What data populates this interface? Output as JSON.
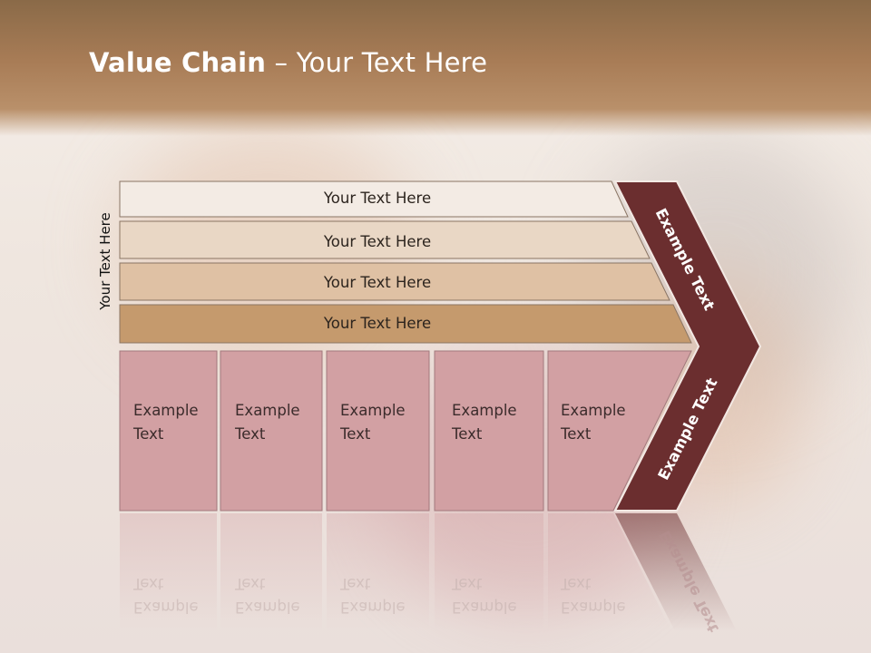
{
  "slide": {
    "title_bold": "Value Chain",
    "title_rest": " – Your Text Here",
    "side_label": "Your Text Here"
  },
  "bars": [
    {
      "label": "Your Text Here",
      "color": "#f3ebe4"
    },
    {
      "label": "Your Text Here",
      "color": "#e9d7c5"
    },
    {
      "label": "Your Text Here",
      "color": "#dfc1a4"
    },
    {
      "label": "Your Text Here",
      "color": "#c59a6d"
    }
  ],
  "cells": [
    {
      "label": "Example\nText"
    },
    {
      "label": "Example\nText"
    },
    {
      "label": "Example\nText"
    },
    {
      "label": "Example\nText"
    },
    {
      "label": "Example\nText"
    }
  ],
  "chevron": {
    "upper_label": "Example Text",
    "lower_label": "Example Text",
    "color": "#6b2e2f"
  },
  "colors": {
    "cell_fill": "#d2a0a3",
    "cell_stroke": "#a2797c",
    "bar_stroke": "#8a7564"
  }
}
